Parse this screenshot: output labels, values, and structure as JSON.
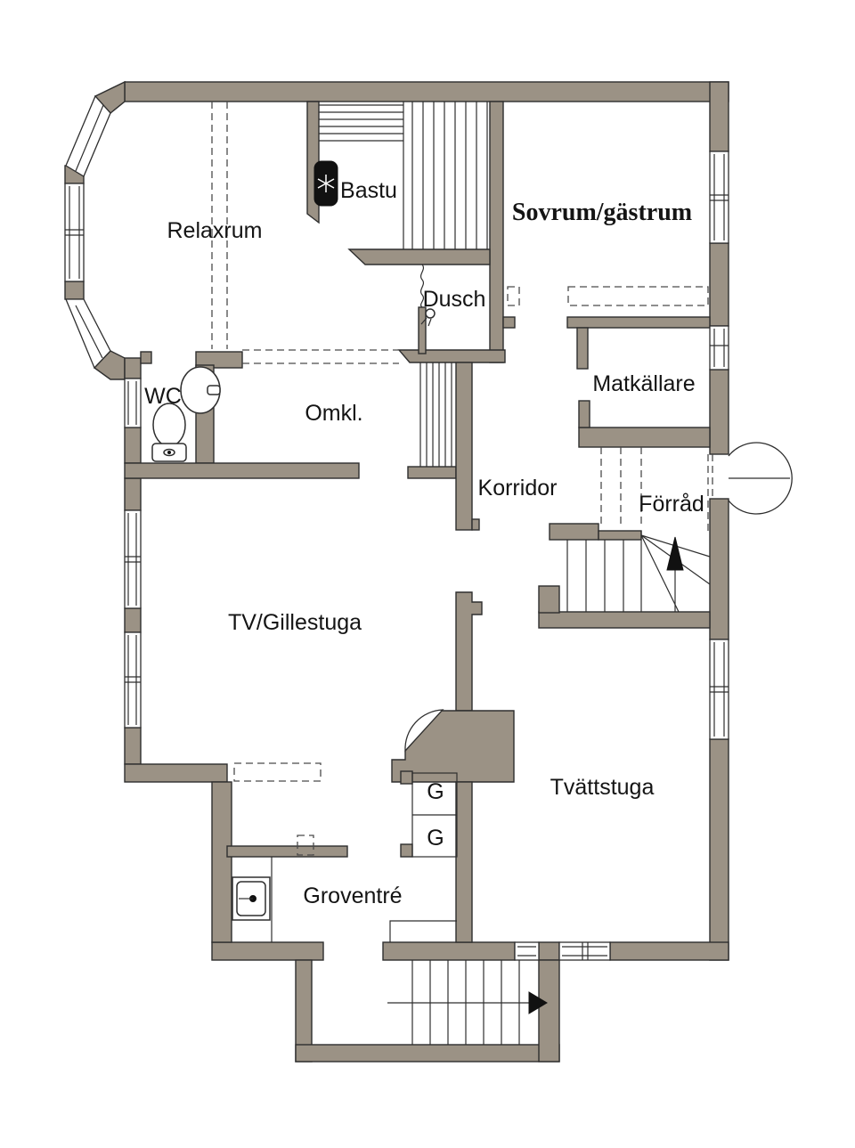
{
  "plan": {
    "colors": {
      "wall": "#9b9285",
      "outline": "#2e2e2e",
      "background": "#ffffff",
      "dashed_line": "#4a4a4a",
      "stair_arrow": "#111111"
    },
    "rooms": [
      {
        "id": "relaxrum",
        "label": "Relaxrum"
      },
      {
        "id": "bastu",
        "label": "Bastu"
      },
      {
        "id": "sovrum",
        "label": "Sovrum/gästrum"
      },
      {
        "id": "dusch",
        "label": "Dusch"
      },
      {
        "id": "wc",
        "label": "WC"
      },
      {
        "id": "omkl",
        "label": "Omkl."
      },
      {
        "id": "matkallare",
        "label": "Matkällare"
      },
      {
        "id": "korridor",
        "label": "Korridor"
      },
      {
        "id": "forrad",
        "label": "Förråd"
      },
      {
        "id": "tv",
        "label": "TV/Gillestuga"
      },
      {
        "id": "tvattstuga",
        "label": "Tvättstuga"
      },
      {
        "id": "garderob1",
        "label": "G"
      },
      {
        "id": "garderob2",
        "label": "G"
      },
      {
        "id": "groventre",
        "label": "Groventré"
      }
    ]
  }
}
